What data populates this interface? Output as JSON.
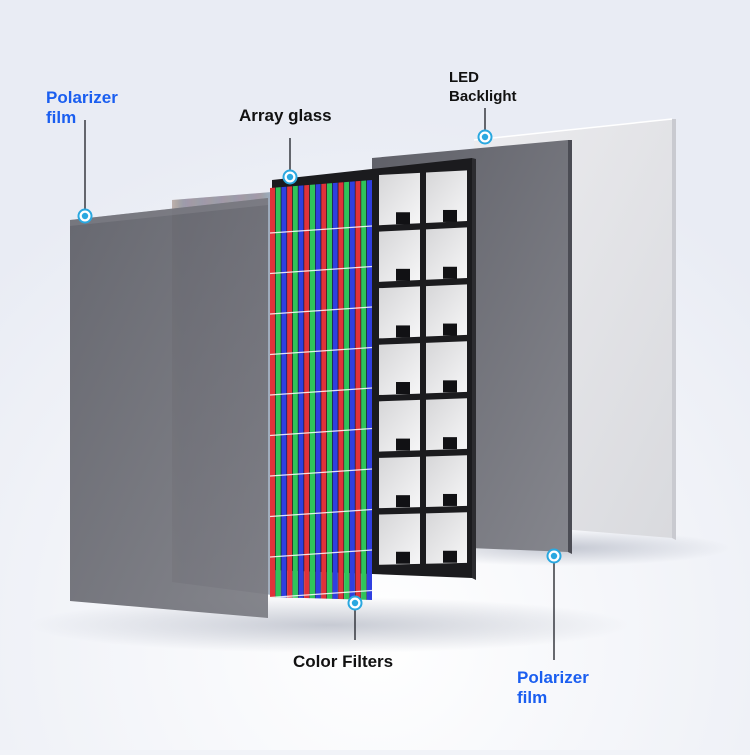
{
  "labels": {
    "polarizer_left": [
      "Polarizer",
      "film"
    ],
    "array_glass": "Array glass",
    "led_backlight": [
      "LED",
      "Backlight"
    ],
    "color_filters": "Color Filters",
    "polarizer_right": [
      "Polarizer",
      "film"
    ]
  },
  "colors": {
    "label_blue": "#1a5ef0",
    "label_dark": "#111111",
    "marker": "#2aa8e0",
    "filter_red": "#e0323a",
    "filter_green": "#2fc45a",
    "filter_blue": "#2f3fe0"
  }
}
